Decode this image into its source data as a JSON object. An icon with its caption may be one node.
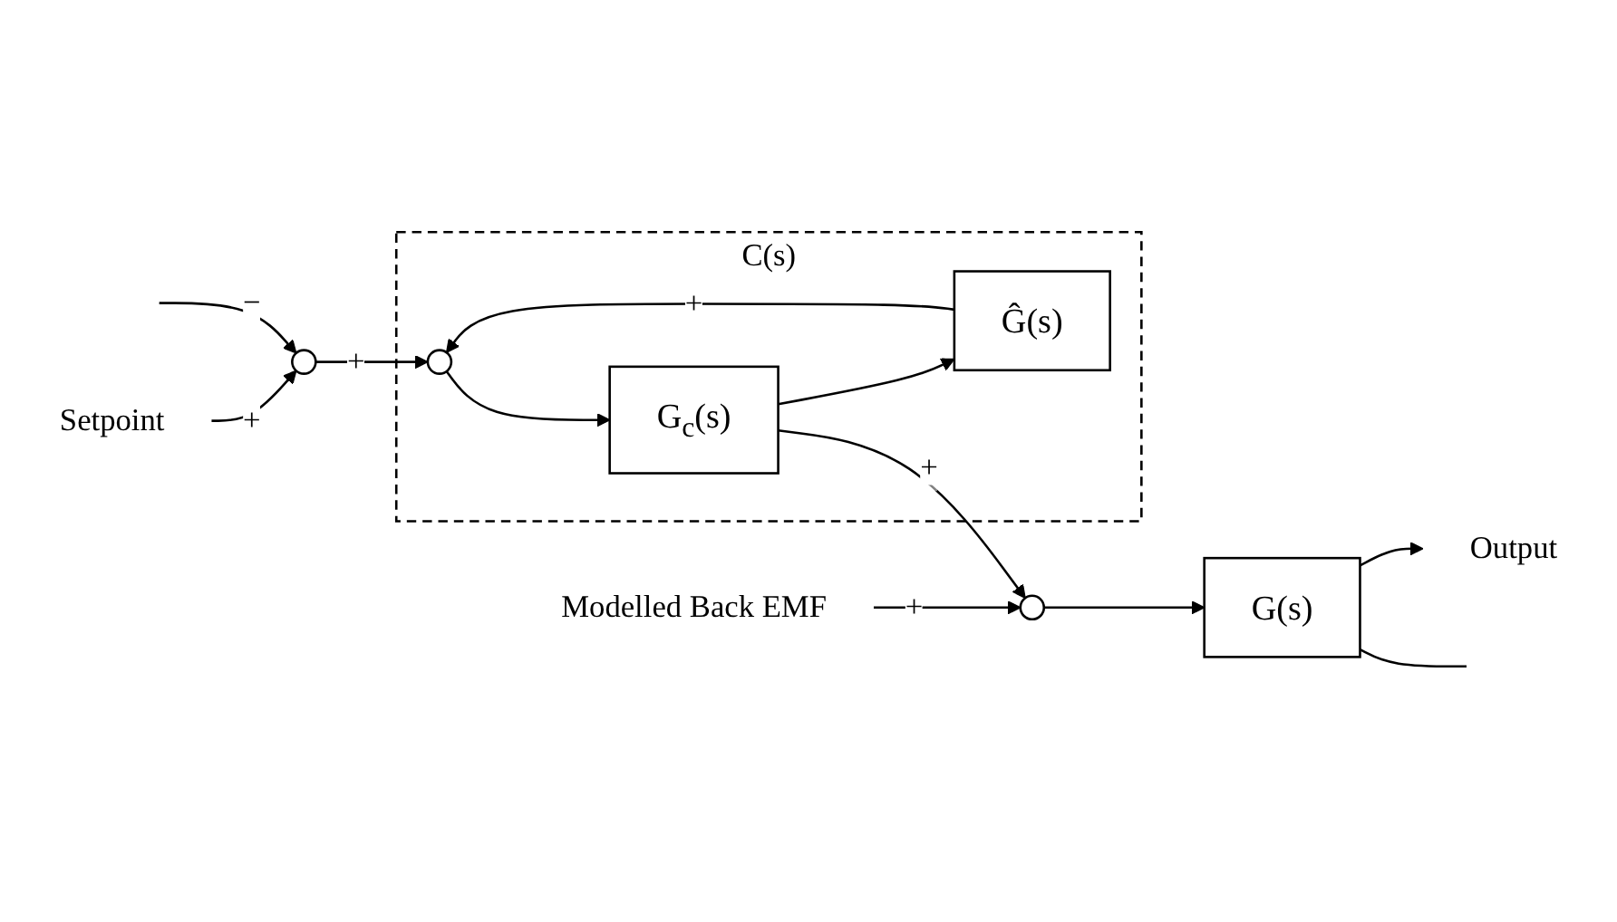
{
  "diagram": {
    "nodes": [
      {
        "text": [
          "Setpoint"
        ]
      },
      {
        "text": [],
        "shape": "circle"
      },
      {
        "text": [
          "C(s)"
        ]
      },
      {
        "text": [],
        "shape": "circle",
        "in": 2
      },
      {
        "text": [
          "G$_{c}$(s)"
        ],
        "in": 2
      },
      {
        "text": [
          "Ĝ(s)"
        ],
        "in": 2
      },
      {
        "text": [
          "Modelled Back EMF"
        ]
      },
      {
        "text": [],
        "shape": "circle"
      },
      {
        "text": [
          "G(s)"
        ]
      },
      {
        "text": [
          "Output"
        ]
      }
    ],
    "edges": [
      {
        "from": 0,
        "to": 1,
        "arrow": "to",
        "label": "+"
      },
      {
        "from": null,
        "to": 1,
        "arrow": "to",
        "label": "−"
      },
      {
        "from": 1,
        "to": 3,
        "arrow": "to",
        "label": "+"
      },
      {
        "from": 3,
        "to": 4,
        "arrow": "to"
      },
      {
        "from": 4,
        "to": 7,
        "arrow": "to",
        "label": "+"
      },
      {
        "from": 4,
        "to": 5,
        "arrow": "to"
      },
      {
        "from": 5,
        "to": 3,
        "arrow": "to",
        "label": "+"
      },
      {
        "from": 6,
        "to": 7,
        "arrow": "to",
        "label": "+"
      },
      {
        "from": 7,
        "to": 8,
        "arrow": "to"
      },
      {
        "from": 8,
        "to": 9,
        "arrow": "to"
      },
      {
        "from": 8,
        "to": null,
        "arrow": "none"
      }
    ]
  }
}
